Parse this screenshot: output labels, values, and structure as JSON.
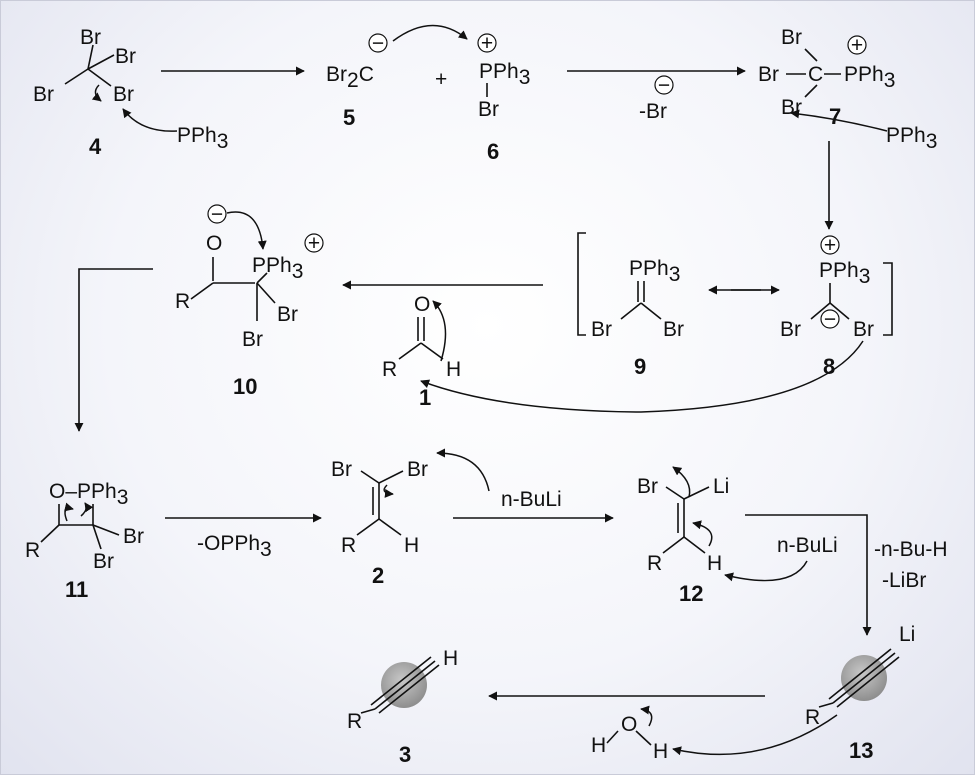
{
  "compounds": {
    "c4": {
      "br_top": "Br",
      "br_right": "Br",
      "br_left": "Br",
      "br_lower": "Br",
      "label": "4"
    },
    "c5": {
      "formula_main": "Br",
      "formula_sub": "2",
      "formula_end": "C",
      "label": "5"
    },
    "plus": "+",
    "c6": {
      "pph": "PPh",
      "pph_sub": "3",
      "br": "Br",
      "label": "6"
    },
    "c7": {
      "br_top": "Br",
      "br_c": "Br",
      "c": "C",
      "pph": "PPh",
      "pph_sub": "3",
      "br_bottom": "Br",
      "label": "7"
    },
    "c8": {
      "pph": "PPh",
      "pph_sub": "3",
      "br_left": "Br",
      "br_right": "Br",
      "label": "8"
    },
    "c9": {
      "pph": "PPh",
      "pph_sub": "3",
      "br_left": "Br",
      "br_right": "Br",
      "label": "9"
    },
    "c10": {
      "o": "O",
      "pph": "PPh",
      "pph_sub": "3",
      "r": "R",
      "br_right": "Br",
      "br_bottom": "Br",
      "label": "10"
    },
    "c1": {
      "o": "O",
      "r": "R",
      "h": "H",
      "label": "1"
    },
    "c11": {
      "o_p": "O–PPh",
      "pph_sub": "3",
      "r": "R",
      "br_right": "Br",
      "br_bottom": "Br",
      "label": "11"
    },
    "c2": {
      "br_left": "Br",
      "br_right": "Br",
      "r": "R",
      "h": "H",
      "label": "2"
    },
    "c12": {
      "br": "Br",
      "li": "Li",
      "r": "R",
      "h": "H",
      "label": "12"
    },
    "c13": {
      "li": "Li",
      "r": "R",
      "label": "13"
    },
    "c3": {
      "h": "H",
      "r": "R",
      "label": "3"
    },
    "water": {
      "h_left": "H",
      "o": "O",
      "h_right": "H"
    }
  },
  "reagents": {
    "pph3_a": {
      "text": "PPh",
      "sub": "3"
    },
    "pph3_b": {
      "text": "PPh",
      "sub": "3"
    },
    "minus_br": "-Br",
    "nbuli_a": "n-BuLi",
    "nbuli_b": "n-BuLi",
    "minus_opph3": {
      "text": "-OPPh",
      "sub": "3"
    },
    "minus_nbuh": "-n-Bu-H",
    "minus_libr": "-LiBr"
  },
  "charges": {
    "plus": "+",
    "minus": "−"
  }
}
